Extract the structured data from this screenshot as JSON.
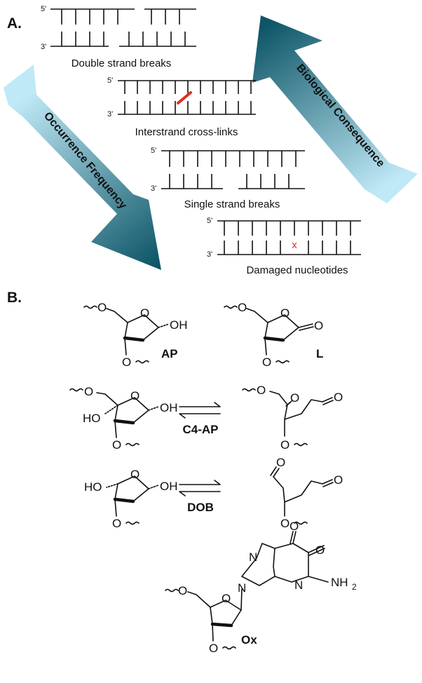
{
  "panel_a": {
    "label": "A.",
    "prime5": "5'",
    "prime3": "3'",
    "lesions": [
      {
        "key": "dsb",
        "caption": "Double strand breaks"
      },
      {
        "key": "icl",
        "caption": "Interstrand cross-links"
      },
      {
        "key": "ssb",
        "caption": "Single strand breaks"
      },
      {
        "key": "dn",
        "caption": "Damaged nucleotides",
        "marker": "x"
      }
    ],
    "arrows": {
      "left": {
        "label": "Occurrence Frequency"
      },
      "right": {
        "label": "Biological Consequence"
      }
    },
    "colors": {
      "arrow_light": "#bfe9f6",
      "arrow_dark": "#0d5567",
      "damage": "#e0301e"
    }
  },
  "panel_b": {
    "label": "B.",
    "atoms": {
      "O": "O",
      "OH": "OH",
      "HO": "HO",
      "N": "N",
      "NH": "NH",
      "sub2": "2"
    },
    "compounds": [
      {
        "key": "ap",
        "name": "AP"
      },
      {
        "key": "l",
        "name": "L"
      },
      {
        "key": "c4ap",
        "name": "C4-AP"
      },
      {
        "key": "dob",
        "name": "DOB"
      },
      {
        "key": "ox",
        "name": "Ox"
      }
    ]
  }
}
